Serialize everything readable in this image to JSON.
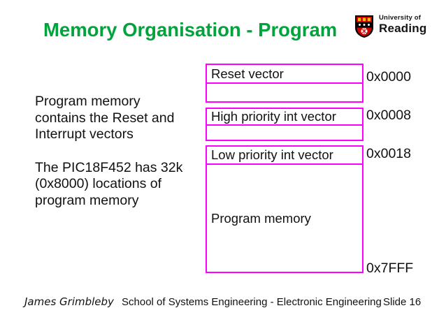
{
  "slide": {
    "title": "Memory Organisation - Program",
    "title_color": "#00a33c"
  },
  "logo": {
    "line1": "University of",
    "line2": "Reading"
  },
  "body": {
    "paragraph1": "Program memory\ncontains the Reset and\nInterrupt vectors",
    "paragraph2": "The PIC18F452 has 32k\n(0x8000) locations of\nprogram memory"
  },
  "diagram": {
    "border_color": "#ff00ff",
    "boxes": [
      {
        "label": "Reset vector",
        "address": "0x0000"
      },
      {
        "label": "",
        "address": ""
      },
      {
        "label": "High priority int vector",
        "address": "0x0008"
      },
      {
        "label": "",
        "address": ""
      },
      {
        "label": "Low priority int vector",
        "address": "0x0018"
      },
      {
        "label": "Program memory",
        "address": ""
      }
    ],
    "end_address": "0x7FFF"
  },
  "footer": {
    "author": "James Grimbleby",
    "department": "School of Systems Engineering - Electronic Engineering",
    "slide_number": "Slide 16"
  }
}
